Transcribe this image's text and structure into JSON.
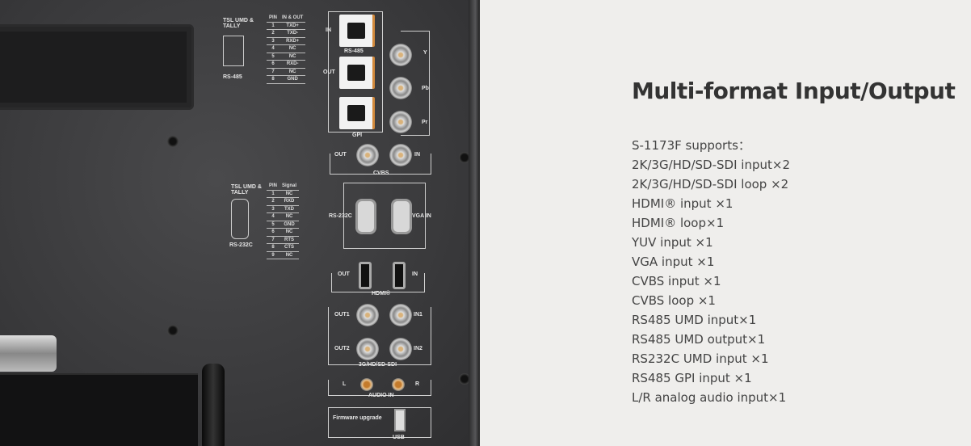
{
  "title": "Multi-format Input/Output",
  "intro": "S-1173F supports：",
  "features": [
    "2K/3G/HD/SD-SDI input×2",
    "2K/3G/HD/SD-SDI loop ×2",
    "HDMI® input ×1",
    "HDMI® loop×1",
    "YUV input ×1",
    "VGA input ×1",
    "CVBS input ×1",
    "CVBS loop ×1",
    "RS485 UMD input×1",
    "RS485 UMD output×1",
    "RS232C UMD input ×1",
    "RS485 GPI input ×1",
    "L/R analog audio input×1"
  ],
  "panel": {
    "tsl1": "TSL UMD & TALLY",
    "rs485": "RS-485",
    "rs485_table": {
      "head": [
        "PIN",
        "IN & OUT"
      ],
      "rows": [
        [
          "1",
          "TXD+"
        ],
        [
          "2",
          "TXD-"
        ],
        [
          "3",
          "RXD+"
        ],
        [
          "4",
          "NC"
        ],
        [
          "5",
          "NC"
        ],
        [
          "6",
          "RXD-"
        ],
        [
          "7",
          "NC"
        ],
        [
          "8",
          "GND"
        ]
      ]
    },
    "tsl2": "TSL UMD & TALLY",
    "rs232c": "RS-232C",
    "rs232_table": {
      "head": [
        "PIN",
        "Signal"
      ],
      "rows": [
        [
          "1",
          "NC"
        ],
        [
          "2",
          "RXD"
        ],
        [
          "3",
          "TXD"
        ],
        [
          "4",
          "NC"
        ],
        [
          "5",
          "GND"
        ],
        [
          "6",
          "NC"
        ],
        [
          "7",
          "RTS"
        ],
        [
          "8",
          "CTS"
        ],
        [
          "9",
          "NC"
        ]
      ]
    },
    "in": "IN",
    "out": "OUT",
    "gpi": "GPI",
    "y": "Y",
    "pb": "Pb",
    "pr": "Pr",
    "cvbs": "CVBS",
    "cvbs_out": "OUT",
    "cvbs_in": "IN",
    "rs232_port": "RS-232C",
    "vga_in": "VGA IN",
    "hdmi": "HDMI®",
    "hdmi_out": "OUT",
    "hdmi_in": "IN",
    "out1": "OUT1",
    "in1": "IN1",
    "out2": "OUT2",
    "in2": "IN2",
    "sdi": "3G/HD/SD-SDI",
    "l": "L",
    "r": "R",
    "audio_in": "AUDIO IN",
    "firmware": "Firmware upgrade",
    "usb": "USB"
  }
}
